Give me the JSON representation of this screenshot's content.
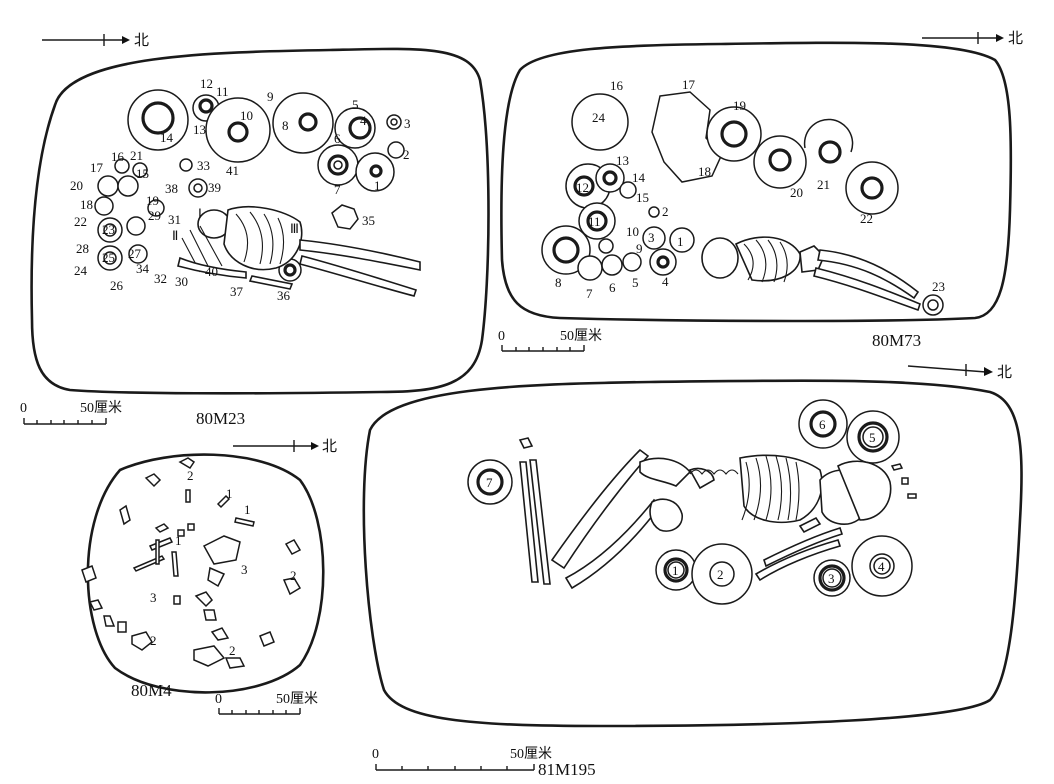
{
  "north_label": "北",
  "tombs": {
    "m23": {
      "label": "80M23",
      "numbers": [
        "1",
        "2",
        "3",
        "4",
        "5",
        "6",
        "7",
        "8",
        "9",
        "10",
        "11",
        "12",
        "13",
        "14",
        "15",
        "16",
        "17",
        "18",
        "19",
        "20",
        "21",
        "22",
        "23",
        "24",
        "25",
        "26",
        "27",
        "28",
        "29",
        "30",
        "31",
        "32",
        "33",
        "34",
        "35",
        "36",
        "37",
        "38",
        "39",
        "40",
        "41"
      ],
      "roman": [
        "Ⅰ",
        "Ⅱ",
        "Ⅲ"
      ]
    },
    "m73": {
      "label": "80M73",
      "numbers": [
        "1",
        "2",
        "3",
        "4",
        "5",
        "6",
        "7",
        "8",
        "9",
        "10",
        "11",
        "12",
        "13",
        "14",
        "15",
        "16",
        "17",
        "18",
        "19",
        "20",
        "21",
        "22",
        "23",
        "24"
      ]
    },
    "m4": {
      "label": "80M4",
      "numbers": [
        "1",
        "1",
        "1",
        "2",
        "2",
        "2",
        "2",
        "3",
        "3"
      ]
    },
    "m195": {
      "label": "81M195",
      "numbers": [
        "1",
        "2",
        "3",
        "4",
        "5",
        "6",
        "7"
      ]
    }
  },
  "scale": {
    "zero": "0",
    "fifty": "50厘米"
  }
}
